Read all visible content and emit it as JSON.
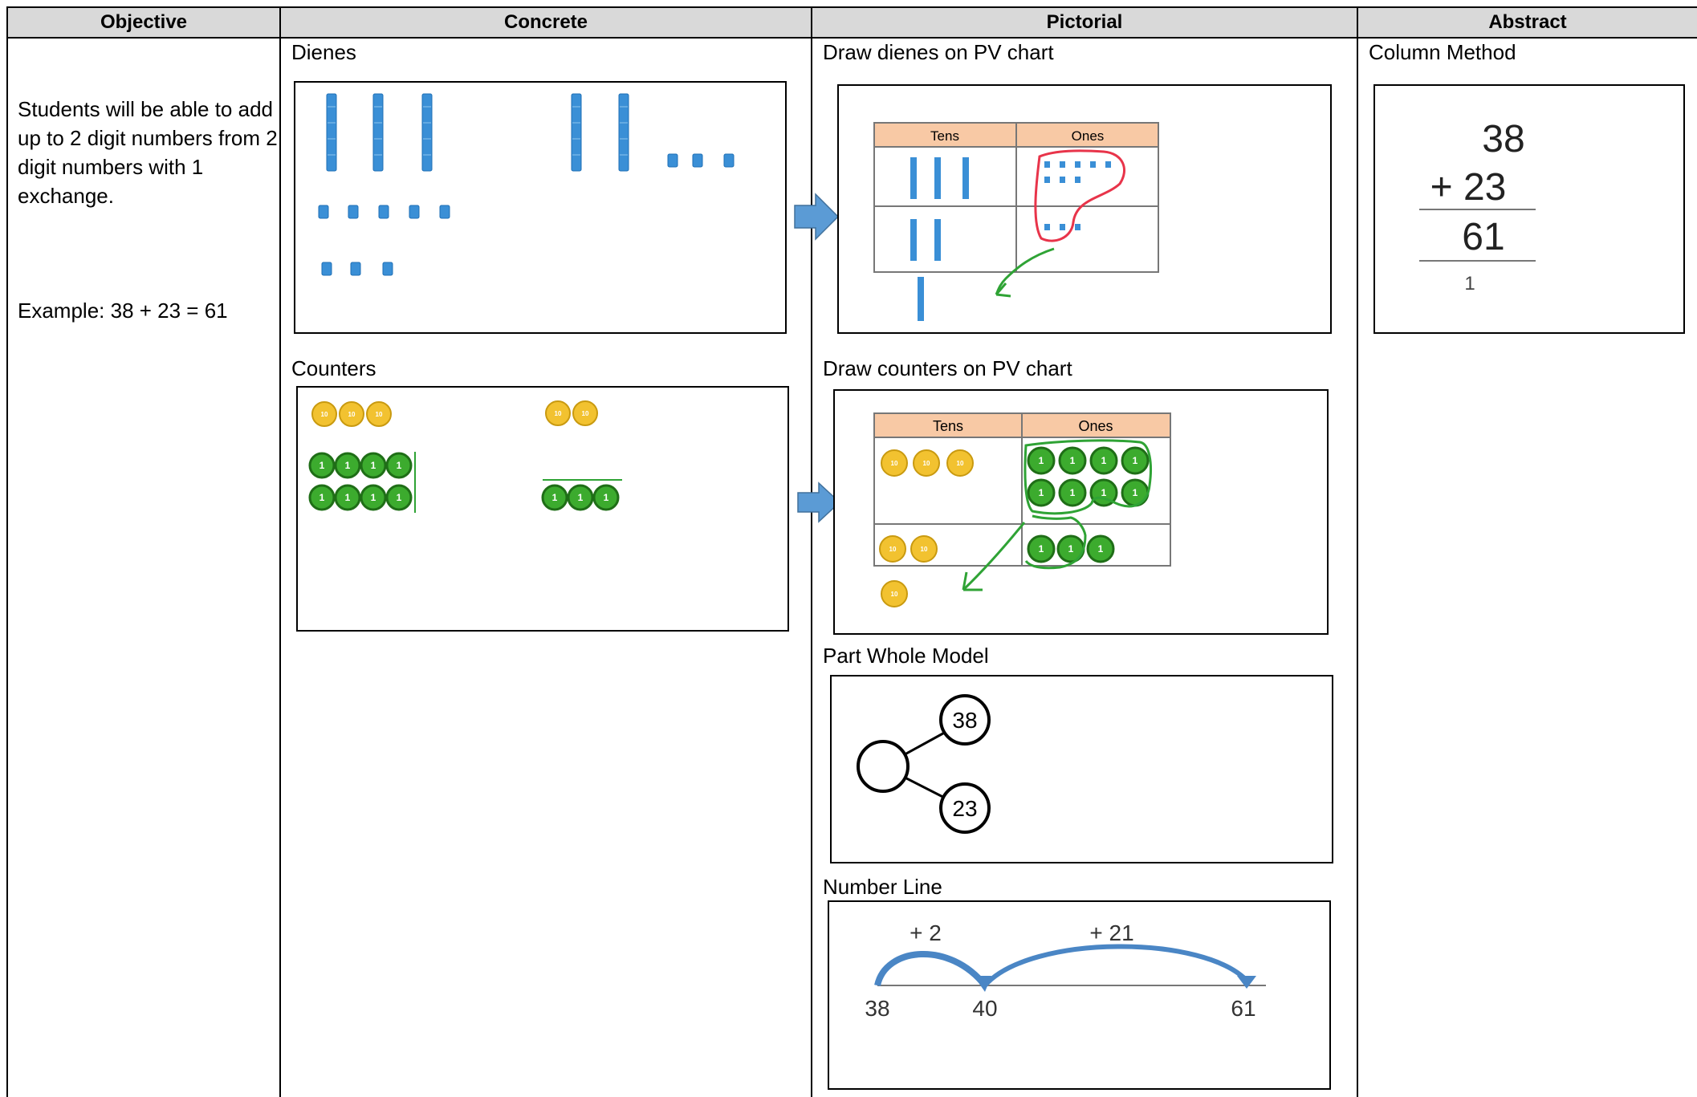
{
  "headers": {
    "objective": "Objective",
    "concrete": "Concrete",
    "pictorial": "Pictorial",
    "abstract": "Abstract"
  },
  "objective": {
    "text": "Students will be able to add up to 2 digit numbers from 2 digit numbers with 1 exchange.",
    "example": "Example: 38 + 23 = 61"
  },
  "concrete": {
    "dienes_label": "Dienes",
    "counters_label": "Counters",
    "counter_ten": "10",
    "counter_one": "1"
  },
  "pictorial": {
    "dienes_pv_label": "Draw dienes on PV chart",
    "counters_pv_label": "Draw counters on PV chart",
    "part_whole_label": "Part Whole Model",
    "number_line_label": "Number Line",
    "pv_tens": "Tens",
    "pv_ones": "Ones",
    "part_a": "38",
    "part_b": "23",
    "nl_jump1": "+ 2",
    "nl_jump2": "+ 21",
    "nl_start": "38",
    "nl_mid": "40",
    "nl_end": "61"
  },
  "abstract": {
    "label": "Column Method",
    "top": "38",
    "add": "+ 23",
    "answer": "61",
    "carry": "1"
  },
  "colors": {
    "header_bg": "#d9d9d9",
    "dienes_blue": "#3a8fd6",
    "arrow_blue": "#5b9bd5",
    "pv_header": "#f8c9a5",
    "counter_gold": "#f2c230",
    "counter_green": "#3cab2e",
    "loop_red": "#e8344a",
    "loop_green": "#2fa335"
  }
}
